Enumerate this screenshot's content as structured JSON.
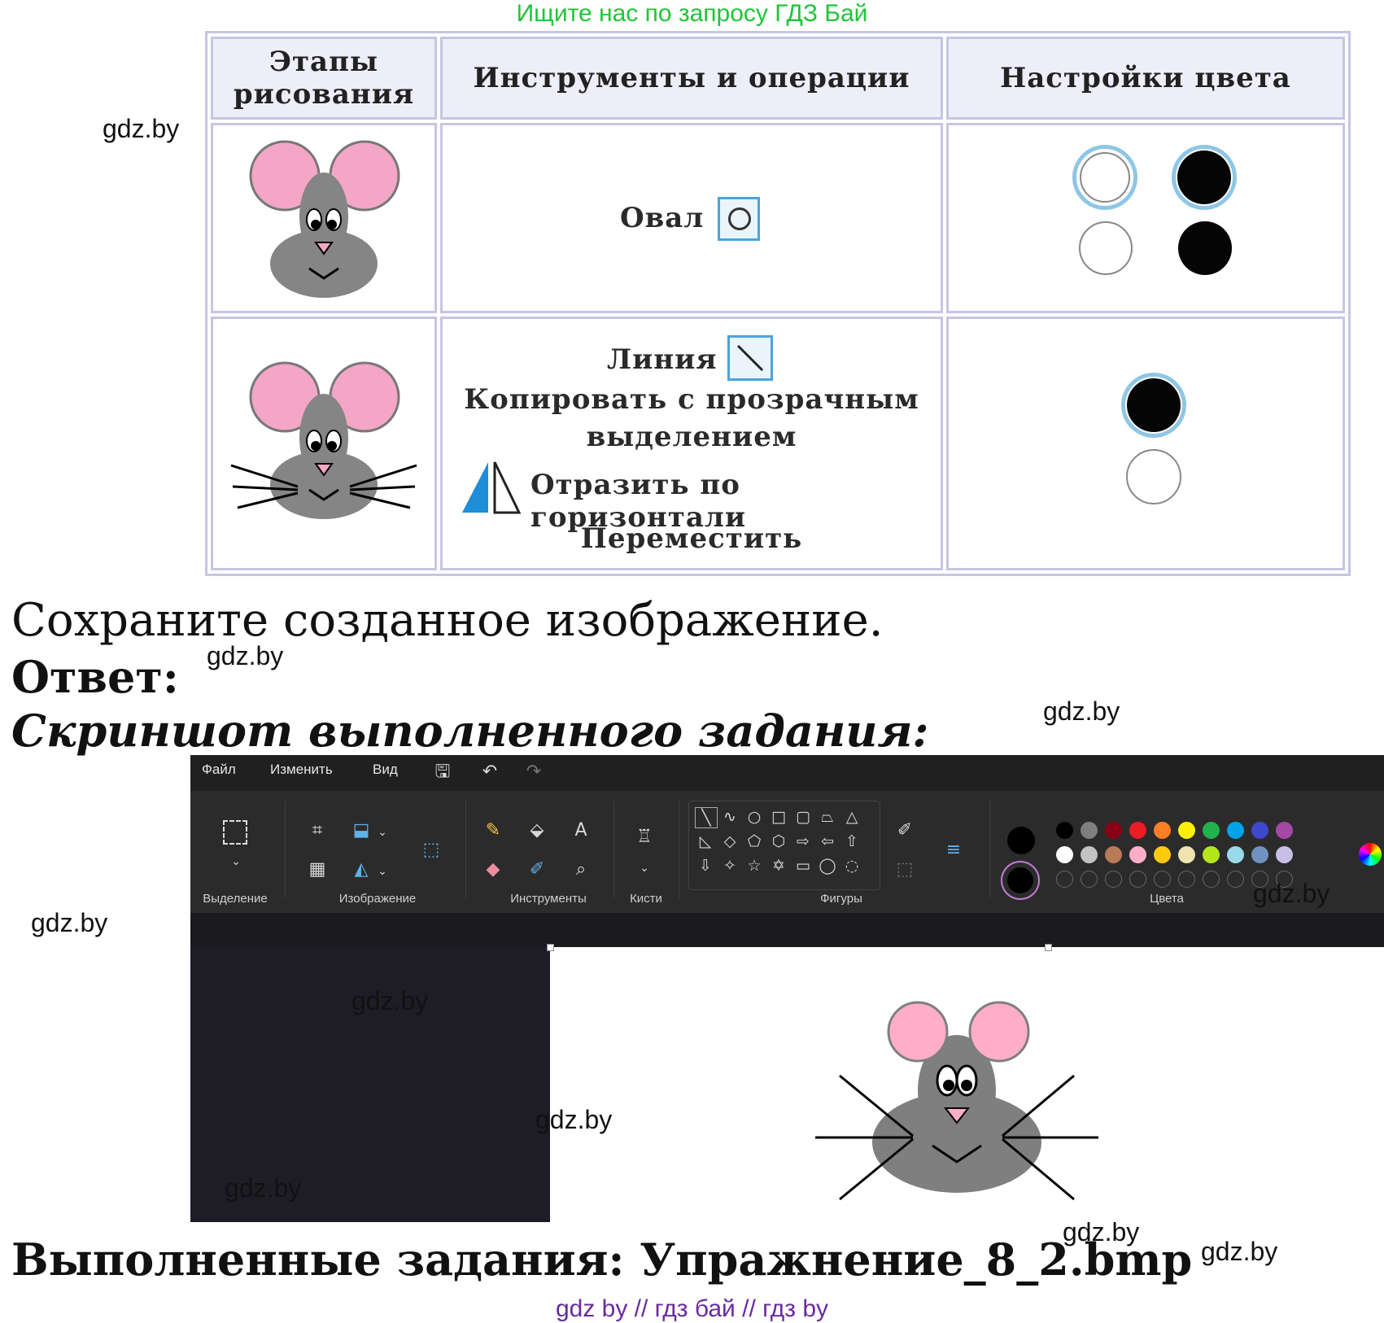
{
  "top_banner": "Ищите нас по запросу ГДЗ Бай",
  "watermark": "gdz.by",
  "table": {
    "headers": [
      "Этапы рисования",
      "Инструменты и операции",
      "Настройки цвета"
    ],
    "row1": {
      "ops": [
        "Овал"
      ]
    },
    "row2": {
      "ops": [
        "Линия",
        "Копировать с прозрачным выделением",
        "Отразить по горизонтали",
        "Переместить"
      ]
    }
  },
  "instruction": "Сохраните созданное изображение.",
  "answer_label": "Ответ:",
  "screenshot_label": "Скриншот выполненного задания:",
  "paint": {
    "menu": [
      "Файл",
      "Изменить",
      "Вид"
    ],
    "groups": [
      "Выделение",
      "Изображение",
      "Инструменты",
      "Кисти",
      "Фигуры",
      "Цвета"
    ],
    "colors": {
      "row1": [
        "#000000",
        "#7f7f7f",
        "#880015",
        "#ed1c24",
        "#ff7f27",
        "#fff200",
        "#22b14c",
        "#00a2e8",
        "#3f48cc",
        "#a349a4"
      ],
      "row2": [
        "#ffffff",
        "#c3c3c3",
        "#b97a57",
        "#ffaec9",
        "#ffc90e",
        "#efe4b0",
        "#b5e61d",
        "#99d9ea",
        "#7092be",
        "#c8bfe7"
      ]
    },
    "primary_color": "#000000",
    "secondary_color": "#000000"
  },
  "completed": "Выполненные задания: Упражнение_8_2.bmp",
  "footer": "gdz by  //  гдз бай  //  гдз by"
}
